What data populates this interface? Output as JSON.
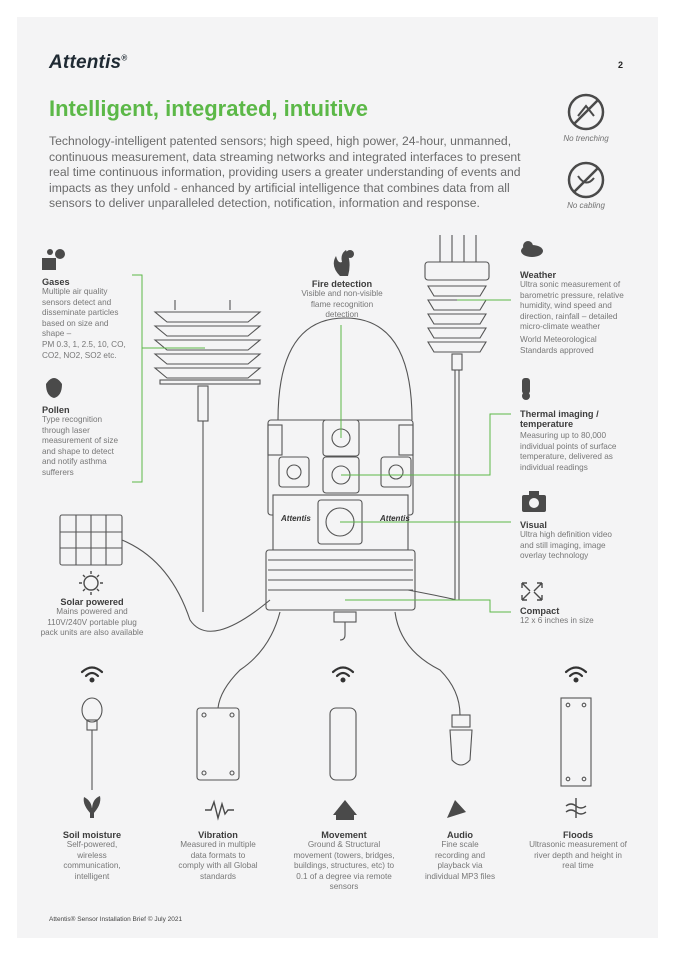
{
  "header": {
    "logo": "Attentis",
    "logo_mark": "®",
    "page_number": "2"
  },
  "title": "Intelligent, integrated, intuitive",
  "intro": "Technology-intelligent patented sensors; high speed, high power, 24-hour, unmanned, continuous measurement, data streaming networks and integrated interfaces to present real time continuous information, providing users a greater understanding of events and impacts as they unfold - enhanced by artificial intelligence that combines data from all sensors to deliver unparalleled detection, notification, information and response.",
  "badges": {
    "no_trenching": "No trenching",
    "no_cabling": "No cabling"
  },
  "features": {
    "gases": {
      "title": "Gases",
      "desc": [
        "Multiple air quality",
        "sensors detect and",
        "disseminate particles",
        "based on size and",
        "shape –",
        "PM 0.3, 1, 2.5, 10, CO,",
        "CO2, NO2, SO2 etc."
      ]
    },
    "pollen": {
      "title": "Pollen",
      "desc": [
        "Type recognition",
        "through laser",
        "measurement of size",
        "and shape to detect",
        "and notify asthma",
        "sufferers"
      ]
    },
    "fire": {
      "title": "Fire detection",
      "desc": [
        "Visible and non-visible",
        "flame recognition",
        "detection"
      ]
    },
    "weather": {
      "title": "Weather",
      "desc": [
        "Ultra sonic measurement of",
        "barometric pressure, relative",
        "humidity, wind speed and",
        "direction, rainfall – detailed",
        "micro-climate weather"
      ],
      "desc2": [
        "World Meteorological",
        "Standards approved"
      ]
    },
    "thermal": {
      "title": [
        "Thermal imaging /",
        "temperature"
      ],
      "desc": [
        "Measuring up to 80,000",
        "individual points of surface",
        "temperature, delivered as",
        "individual readings"
      ]
    },
    "visual": {
      "title": "Visual",
      "desc": [
        "Ultra high definition video",
        "and still imaging, image",
        "overlay technology"
      ]
    },
    "compact": {
      "title": "Compact",
      "desc": [
        "12 x 6 inches in size"
      ]
    },
    "solar": {
      "title": "Solar powered",
      "desc": [
        "Mains powered and",
        "110V/240V portable plug",
        "pack units are also available"
      ]
    },
    "soil": {
      "title": "Soil moisture",
      "desc": [
        "Self-powered,",
        "wireless",
        "communication,",
        "intelligent"
      ]
    },
    "vibration": {
      "title": "Vibration",
      "desc": [
        "Measured in multiple",
        "data formats to",
        "comply with all Global",
        "standards"
      ]
    },
    "movement": {
      "title": "Movement",
      "desc": [
        "Ground & Structural",
        "movement (towers, bridges,",
        "buildings, structures, etc) to",
        "0.1 of a degree via remote",
        "sensors"
      ]
    },
    "audio": {
      "title": "Audio",
      "desc": [
        "Fine scale",
        "recording and",
        "playback via",
        "individual MP3 files"
      ]
    },
    "floods": {
      "title": "Floods",
      "desc": [
        "Ultrasonic measurement of",
        "river depth and height in",
        "real time"
      ]
    }
  },
  "device": {
    "brand_left": "Attentis",
    "brand_right": "Attentis"
  },
  "footer": "Attentis® Sensor Installation Brief  © July 2021",
  "colors": {
    "accent": "#5cb848",
    "text": "#3d3d3d",
    "muted": "#777777",
    "line": "#555555"
  }
}
